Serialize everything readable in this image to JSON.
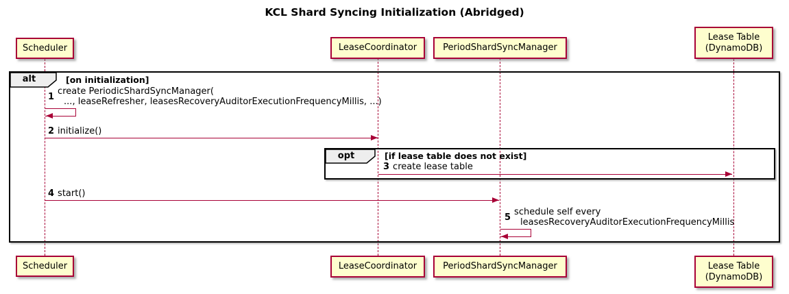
{
  "title": "KCL Shard Syncing Initialization (Abridged)",
  "colors": {
    "participant_fill": "#FEFECE",
    "participant_border": "#A80036",
    "arrow": "#A80036",
    "frame_border": "#000000",
    "label_bg": "#EEEEEE",
    "background": "#FFFFFF"
  },
  "participants": [
    {
      "id": "scheduler",
      "lines": [
        "Scheduler"
      ]
    },
    {
      "id": "lease-coordinator",
      "lines": [
        "LeaseCoordinator"
      ]
    },
    {
      "id": "period-shard-sync-manager",
      "lines": [
        "PeriodShardSyncManager"
      ]
    },
    {
      "id": "lease-table",
      "lines": [
        "Lease Table",
        "(DynamoDB)"
      ]
    }
  ],
  "frames": {
    "alt": {
      "operator": "alt",
      "condition": "[on initialization]"
    },
    "opt": {
      "operator": "opt",
      "condition": "[if lease table does not exist]"
    }
  },
  "messages": [
    {
      "num": "1",
      "from": "scheduler",
      "to": "scheduler",
      "type": "self",
      "lines": [
        "create PeriodicShardSyncManager(",
        "..., leaseRefresher, leasesRecoveryAuditorExecutionFrequencyMillis, ...)"
      ]
    },
    {
      "num": "2",
      "from": "scheduler",
      "to": "lease-coordinator",
      "type": "sync",
      "lines": [
        "initialize()"
      ]
    },
    {
      "num": "3",
      "from": "lease-coordinator",
      "to": "lease-table",
      "type": "sync",
      "lines": [
        "create lease table"
      ]
    },
    {
      "num": "4",
      "from": "scheduler",
      "to": "period-shard-sync-manager",
      "type": "sync",
      "lines": [
        "start()"
      ]
    },
    {
      "num": "5",
      "from": "period-shard-sync-manager",
      "to": "period-shard-sync-manager",
      "type": "self",
      "lines": [
        "schedule self every",
        "leasesRecoveryAuditorExecutionFrequencyMillis"
      ]
    }
  ]
}
